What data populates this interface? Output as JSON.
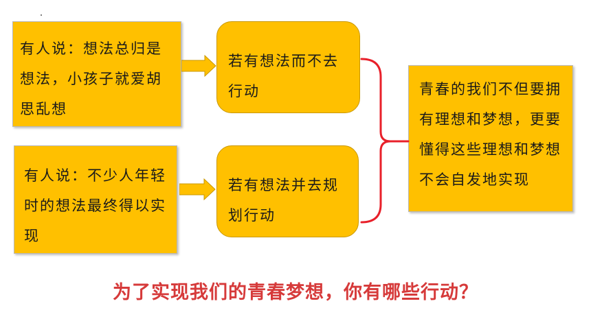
{
  "nodes": {
    "left_top": "有人说：想法总归是想法，小孩子就爱胡思乱想",
    "left_bottom": "有人说：不少人年轻时的想法最终得以实现",
    "mid_top": "若有想法而不去行动",
    "mid_bottom": "若有想法并去规划行动",
    "right": "青春的我们不但要拥有理想和梦想，更要懂得这些理想和梦想不会自发地实现"
  },
  "question": "为了实现我们的青春梦想，你有哪些行动？",
  "colors": {
    "box": "#FFC000",
    "arrow": "#FFC000",
    "bracket": "#E8202A",
    "question": "#D63A3A"
  }
}
